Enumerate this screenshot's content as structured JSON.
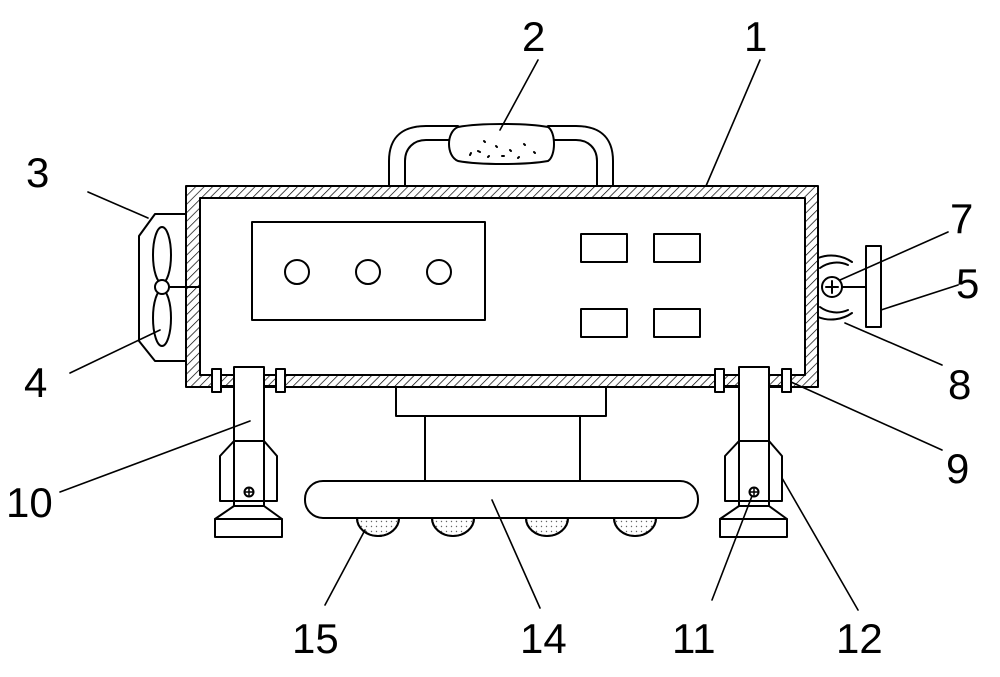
{
  "colors": {
    "line": "#000000",
    "background": "#ffffff"
  },
  "labels": {
    "l1": "1",
    "l2": "2",
    "l3": "3",
    "l4": "4",
    "l5": "5",
    "l7": "7",
    "l8": "8",
    "l9": "9",
    "l10": "10",
    "l11": "11",
    "l12": "12",
    "l14": "14",
    "l15": "15"
  }
}
